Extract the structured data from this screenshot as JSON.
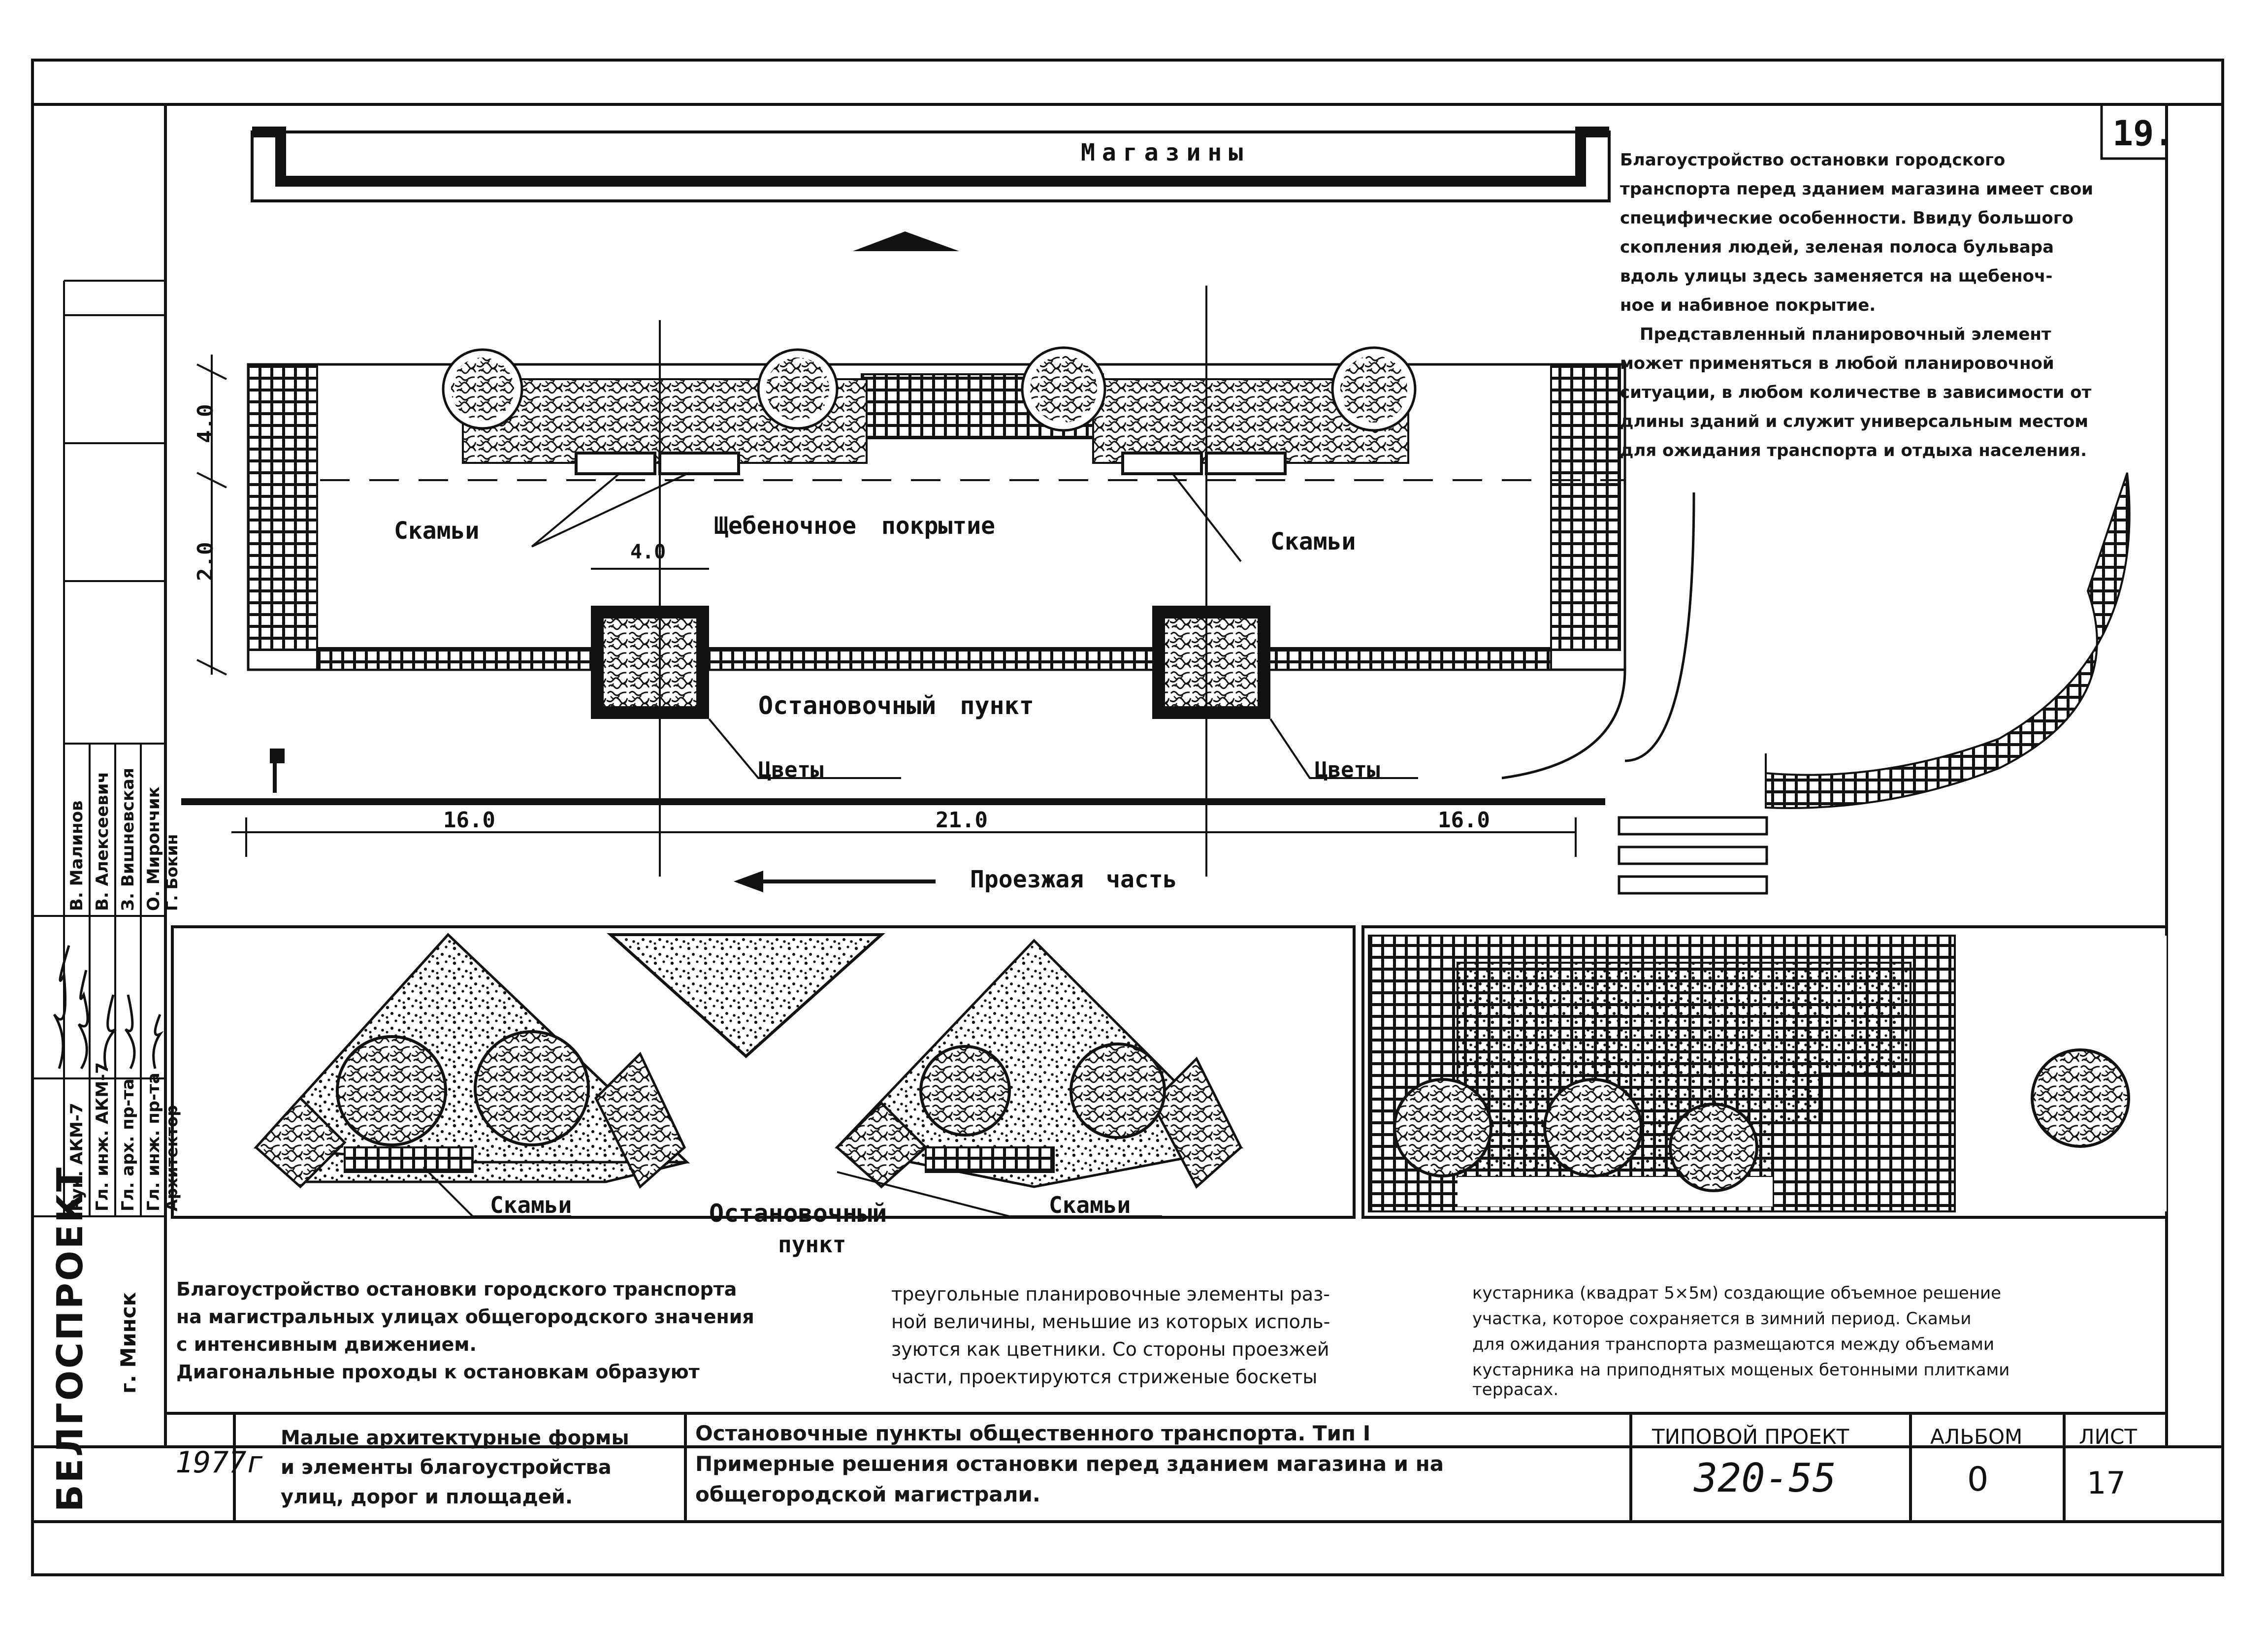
{
  "sheet_number": "19.",
  "top_plan": {
    "building_label": "Магазины",
    "benches_left": "Скамьи",
    "benches_right": "Скамьи",
    "surface_label": "Щебеночное покрытие",
    "stop_label": "Остановочный пункт",
    "flowers_left": "Цветы",
    "flowers_right": "Цветы",
    "roadway_label": "Проезжая часть",
    "dim_depth_1": "4.0",
    "dim_depth_2": "2.0",
    "dim_module": "4.0",
    "dim_span_1": "16.0",
    "dim_span_2": "21.0",
    "dim_span_3": "16.0"
  },
  "description_right": [
    "Благоустройство остановки городского",
    "транспорта перед зданием магазина имеет свои",
    "специфические особенности. Ввиду большого",
    "скопления людей, зеленая полоса бульвара",
    "вдоль улицы здесь заменяется на щебеноч-",
    "ное и набивное покрытие.",
    "Представленный планировочный элемент",
    "может применяться в любой планировочной",
    "ситуации, в любом количестве в зависимости от",
    "длины зданий и служит универсальным местом",
    "для ожидания транспорта и отдыха населения."
  ],
  "bottom_plan": {
    "benches_left": "Скамьи",
    "benches_right": "Скамьи",
    "stop_label_line1": "Остановочный",
    "stop_label_line2": "пункт"
  },
  "bottom_text": {
    "col1": [
      "Благоустройство остановки городского транспорта",
      "на магистральных улицах общегородского значения",
      "с интенсивным движением.",
      "Диагональные проходы к остановкам образуют"
    ],
    "col2": [
      "треугольные планировочные элементы раз-",
      "ной величины, меньшие из которых исполь-",
      "зуются как цветники. Со стороны проезжей",
      "части, проектируются стриженые боскеты"
    ],
    "col3": [
      "кустарника (квадрат 5×5м) создающие объемное решение",
      "участка, которое сохраняется в зимний период. Скамьи",
      "для ожидания транспорта размещаются между объемами",
      "кустарника на приподнятых мощеных бетонными плитками",
      "террасах."
    ]
  },
  "title_block": {
    "org": "БЕЛГОСПРОЕКТ",
    "city": "г. Минск",
    "year": "1977г",
    "series": [
      "Малые архитектурные формы",
      "и элементы благоустройства",
      "улиц, дорог и площадей."
    ],
    "title": [
      "Остановочные пункты общественного транспорта. Тип I",
      "Примерные решения остановки перед зданием магазина и на",
      "общегородской магистрали."
    ],
    "project_label": "ТИПОВОЙ ПРОЕКТ",
    "project_value": "320-55",
    "album_label": "АЛЬБОМ",
    "album_value": "0",
    "sheet_label": "ЛИСТ",
    "sheet_value": "17"
  },
  "signatures": {
    "roles": [
      "Рук. АКМ-7",
      "Гл. инж. АКМ-7",
      "Гл. арх. пр-та",
      "Гл. инж. пр-та",
      "Архитектор"
    ],
    "names": [
      "В. Малинов",
      "В. Алексеевич",
      "З. Вишневская",
      "О. Мирончик",
      "Г. Бокин"
    ]
  }
}
